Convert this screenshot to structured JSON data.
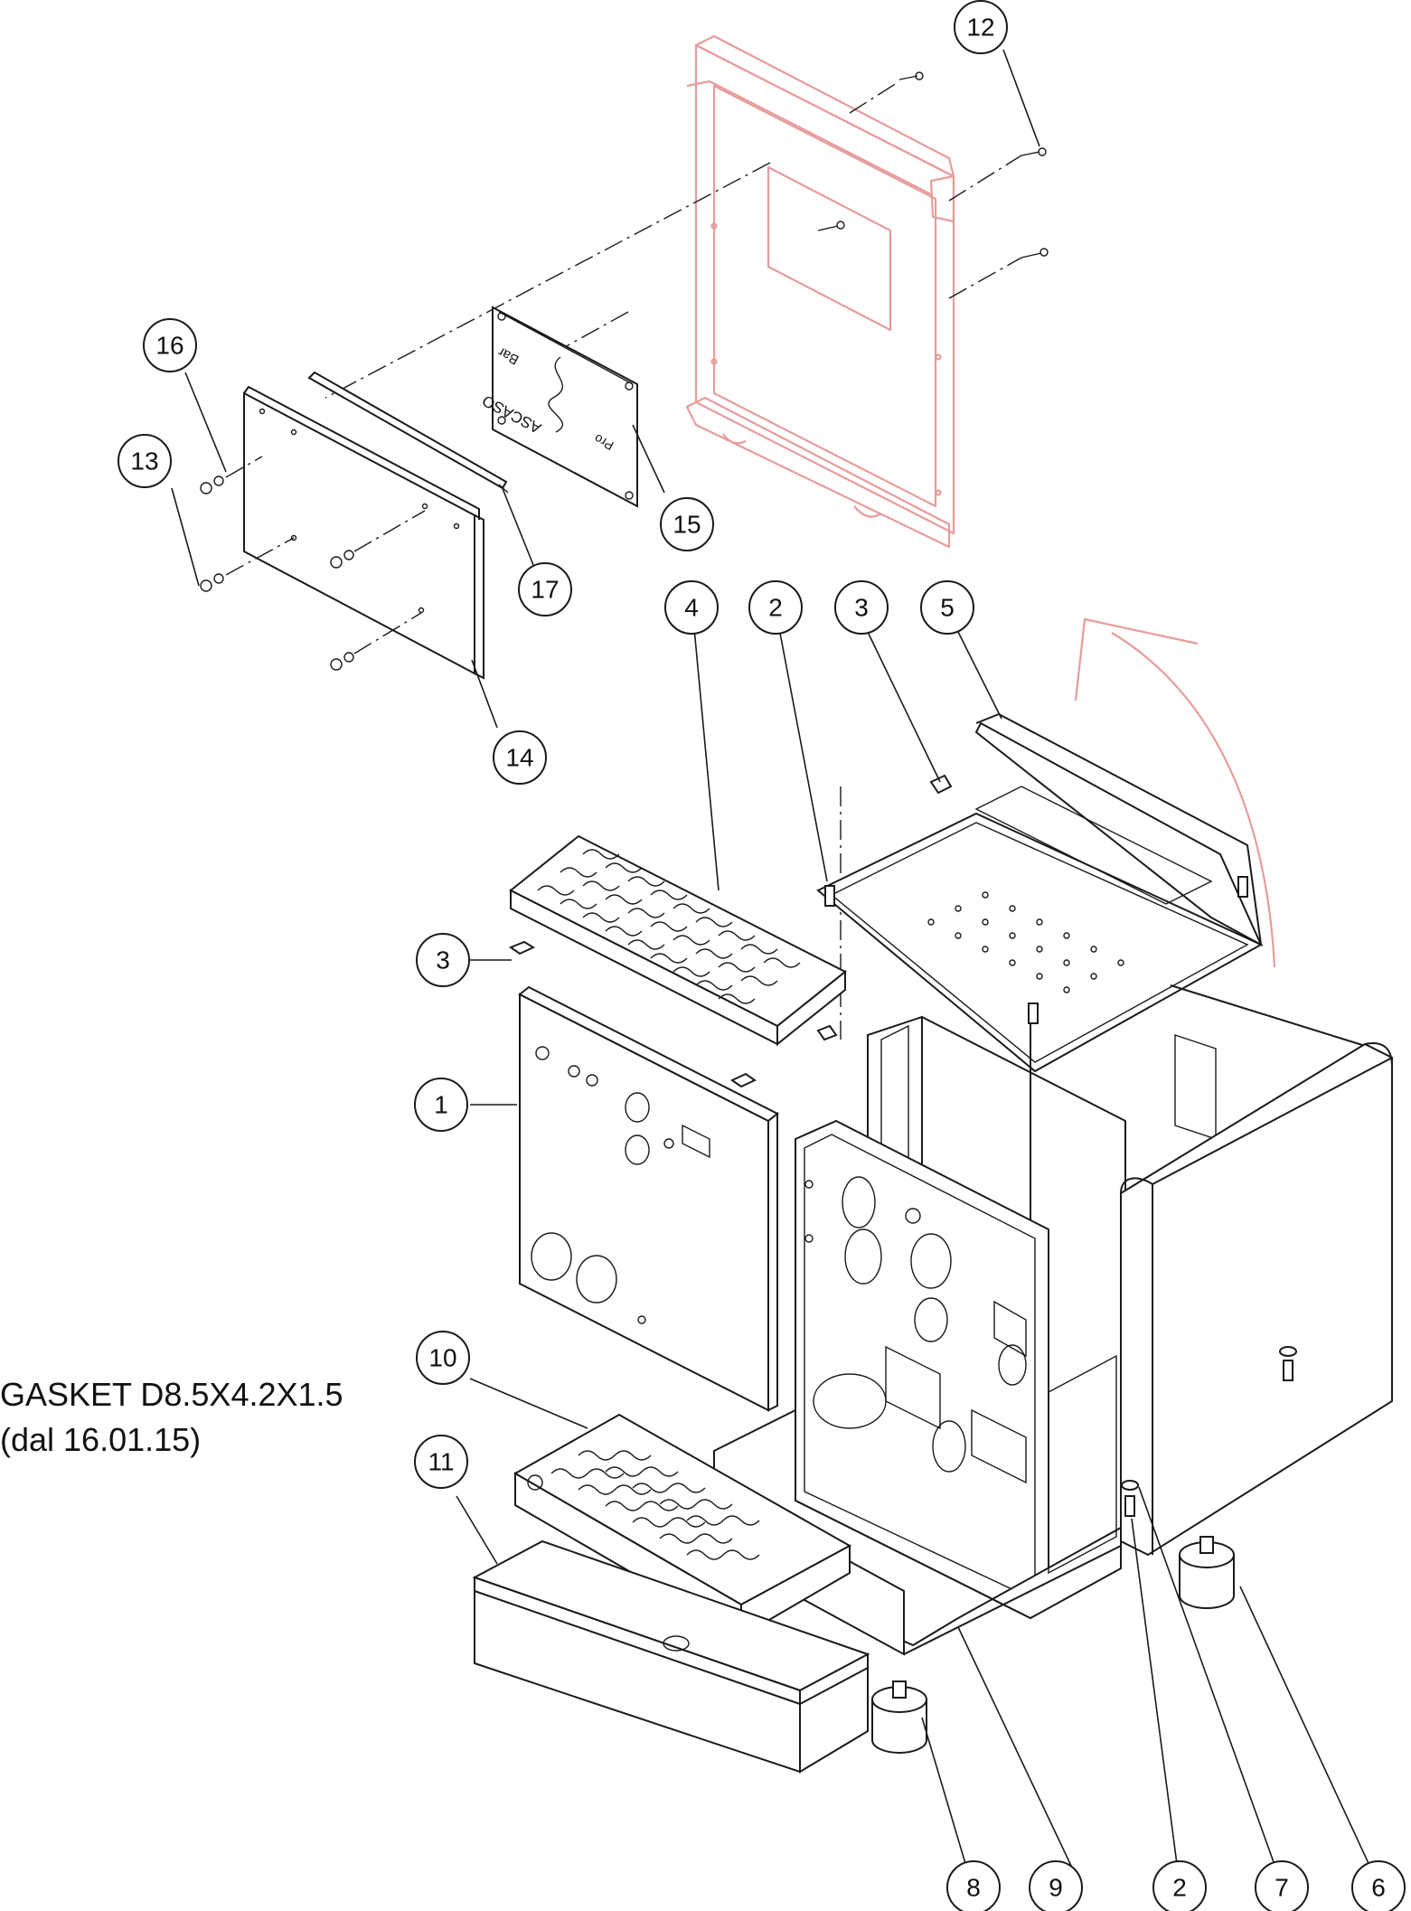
{
  "note": {
    "line1": "GASKET D8.5X4.2X1.5",
    "line2": "(dal 16.01.15)"
  },
  "plate_text": {
    "brand": "ASCASO",
    "model": "Bar",
    "tag": "Pro"
  },
  "colors": {
    "highlight": "#e89c9c",
    "line": "#1a1a1a"
  },
  "callouts": [
    {
      "id": "c12",
      "label": "12"
    },
    {
      "id": "c16",
      "label": "16"
    },
    {
      "id": "c13",
      "label": "13"
    },
    {
      "id": "c15",
      "label": "15"
    },
    {
      "id": "c17",
      "label": "17"
    },
    {
      "id": "c14",
      "label": "14"
    },
    {
      "id": "c4",
      "label": "4"
    },
    {
      "id": "c2a",
      "label": "2"
    },
    {
      "id": "c3a",
      "label": "3"
    },
    {
      "id": "c5",
      "label": "5"
    },
    {
      "id": "c3b",
      "label": "3"
    },
    {
      "id": "c1",
      "label": "1"
    },
    {
      "id": "c10",
      "label": "10"
    },
    {
      "id": "c11",
      "label": "11"
    },
    {
      "id": "c8",
      "label": "8"
    },
    {
      "id": "c9",
      "label": "9"
    },
    {
      "id": "c2b",
      "label": "2"
    },
    {
      "id": "c7",
      "label": "7"
    },
    {
      "id": "c6",
      "label": "6"
    }
  ]
}
